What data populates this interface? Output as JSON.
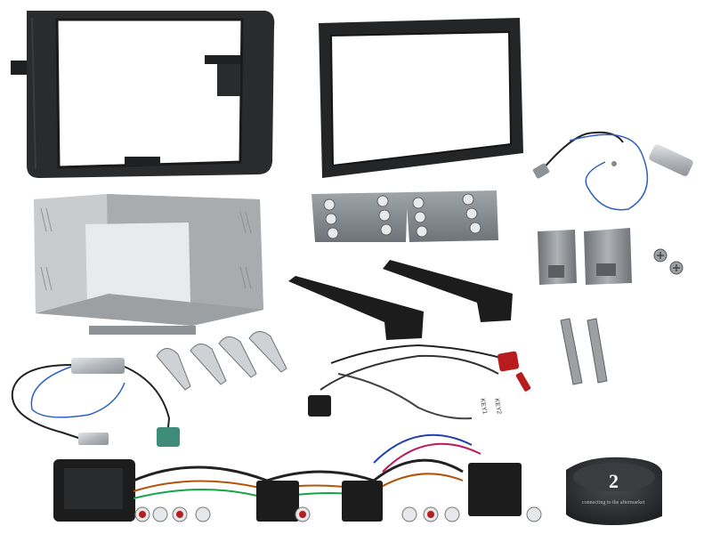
{
  "photo": {
    "background": "#ffffff",
    "harness_labels": {
      "label_a": "KEY1",
      "label_b": "KEY2"
    },
    "interface_box": {
      "tagline": "connecting to the aftermarket"
    }
  }
}
